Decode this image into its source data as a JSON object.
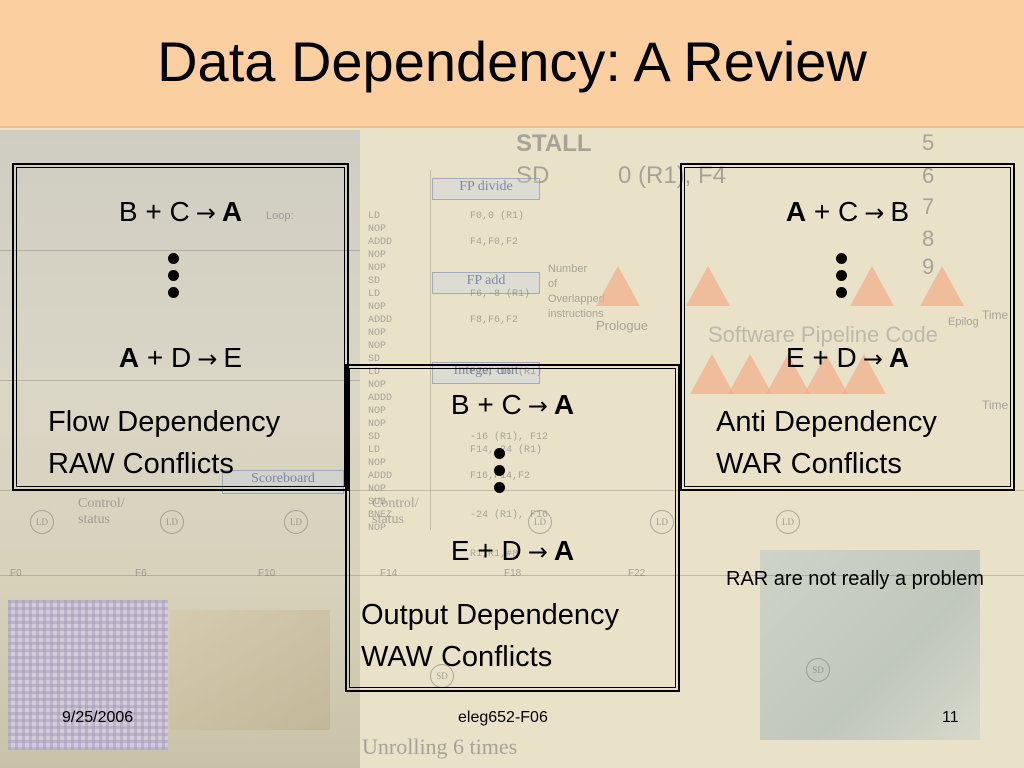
{
  "slide": {
    "title": "Data Dependency: A Review",
    "footer": {
      "date": "9/25/2006",
      "course": "eleg652-F06",
      "page": "11"
    },
    "note": "RAR are not really a problem",
    "arrow_glyph": "→",
    "boxes": {
      "flow": {
        "expr1": {
          "left": "B + C",
          "right": "A"
        },
        "expr2": {
          "left": "A",
          "right": "+ D",
          "tail": "E"
        },
        "label_line1": "Flow Dependency",
        "label_line2": "RAW Conflicts"
      },
      "anti": {
        "expr1": {
          "left": "A",
          "mid": "+ C",
          "right": "B"
        },
        "expr2": {
          "left": "E + D",
          "right": "A"
        },
        "label_line1": "Anti Dependency",
        "label_line2": "WAR Conflicts"
      },
      "output": {
        "expr1": {
          "left": "B + C",
          "right": "A"
        },
        "expr2": {
          "left": "E + D",
          "right": "A"
        },
        "label_line1": "Output Dependency",
        "label_line2": "WAW Conflicts"
      }
    }
  },
  "background": {
    "stall_label": "STALL",
    "sd_label": "SD",
    "sd_operand": "0 (R1), F4",
    "numbers": [
      "5",
      "6",
      "7",
      "8",
      "9"
    ],
    "fp_divide": "FP divide",
    "fp_add": "FP add",
    "integer_unit": "Integer unit",
    "scoreboard": "Scoreboard",
    "control_status": "Control/ status",
    "loop_label": "Loop:",
    "prologue": "Prologue",
    "epilog": "Epilog",
    "time": "Time",
    "software_pipeline": "Software Pipeline Code",
    "overlapped": "Number of Overlapped instructions",
    "unrolling": "Unrolling 6 times",
    "instructions": "LD\nNOP\nADDD\nNOP\nNOP\nSD\nLD\nNOP\nADDD\nNOP\nNOP\nSD\nLD\nNOP\nADDD\nNOP\nNOP\nSD\nLD\nNOP\nADDD\nNOP\nSUB\nBNEZ\nNOP",
    "operands": "F0,0 (R1)\n\nF4,F0,F2\n\n\n\nF6,-8 (R1)\n\nF8,F6,F2\n\n\n\nF10,-16 (R1)\n\n\n\n\n-16 (R1), F12\nF14,-24 (R1)\n\nF16,F14,F2\n\n\n-24 (R1), F16\n\n\nR1,R1,#8",
    "ld_label": "LD",
    "sd_circle": "SD",
    "regs": [
      "F0",
      "F6",
      "F10",
      "F14",
      "F18",
      "F22"
    ]
  }
}
